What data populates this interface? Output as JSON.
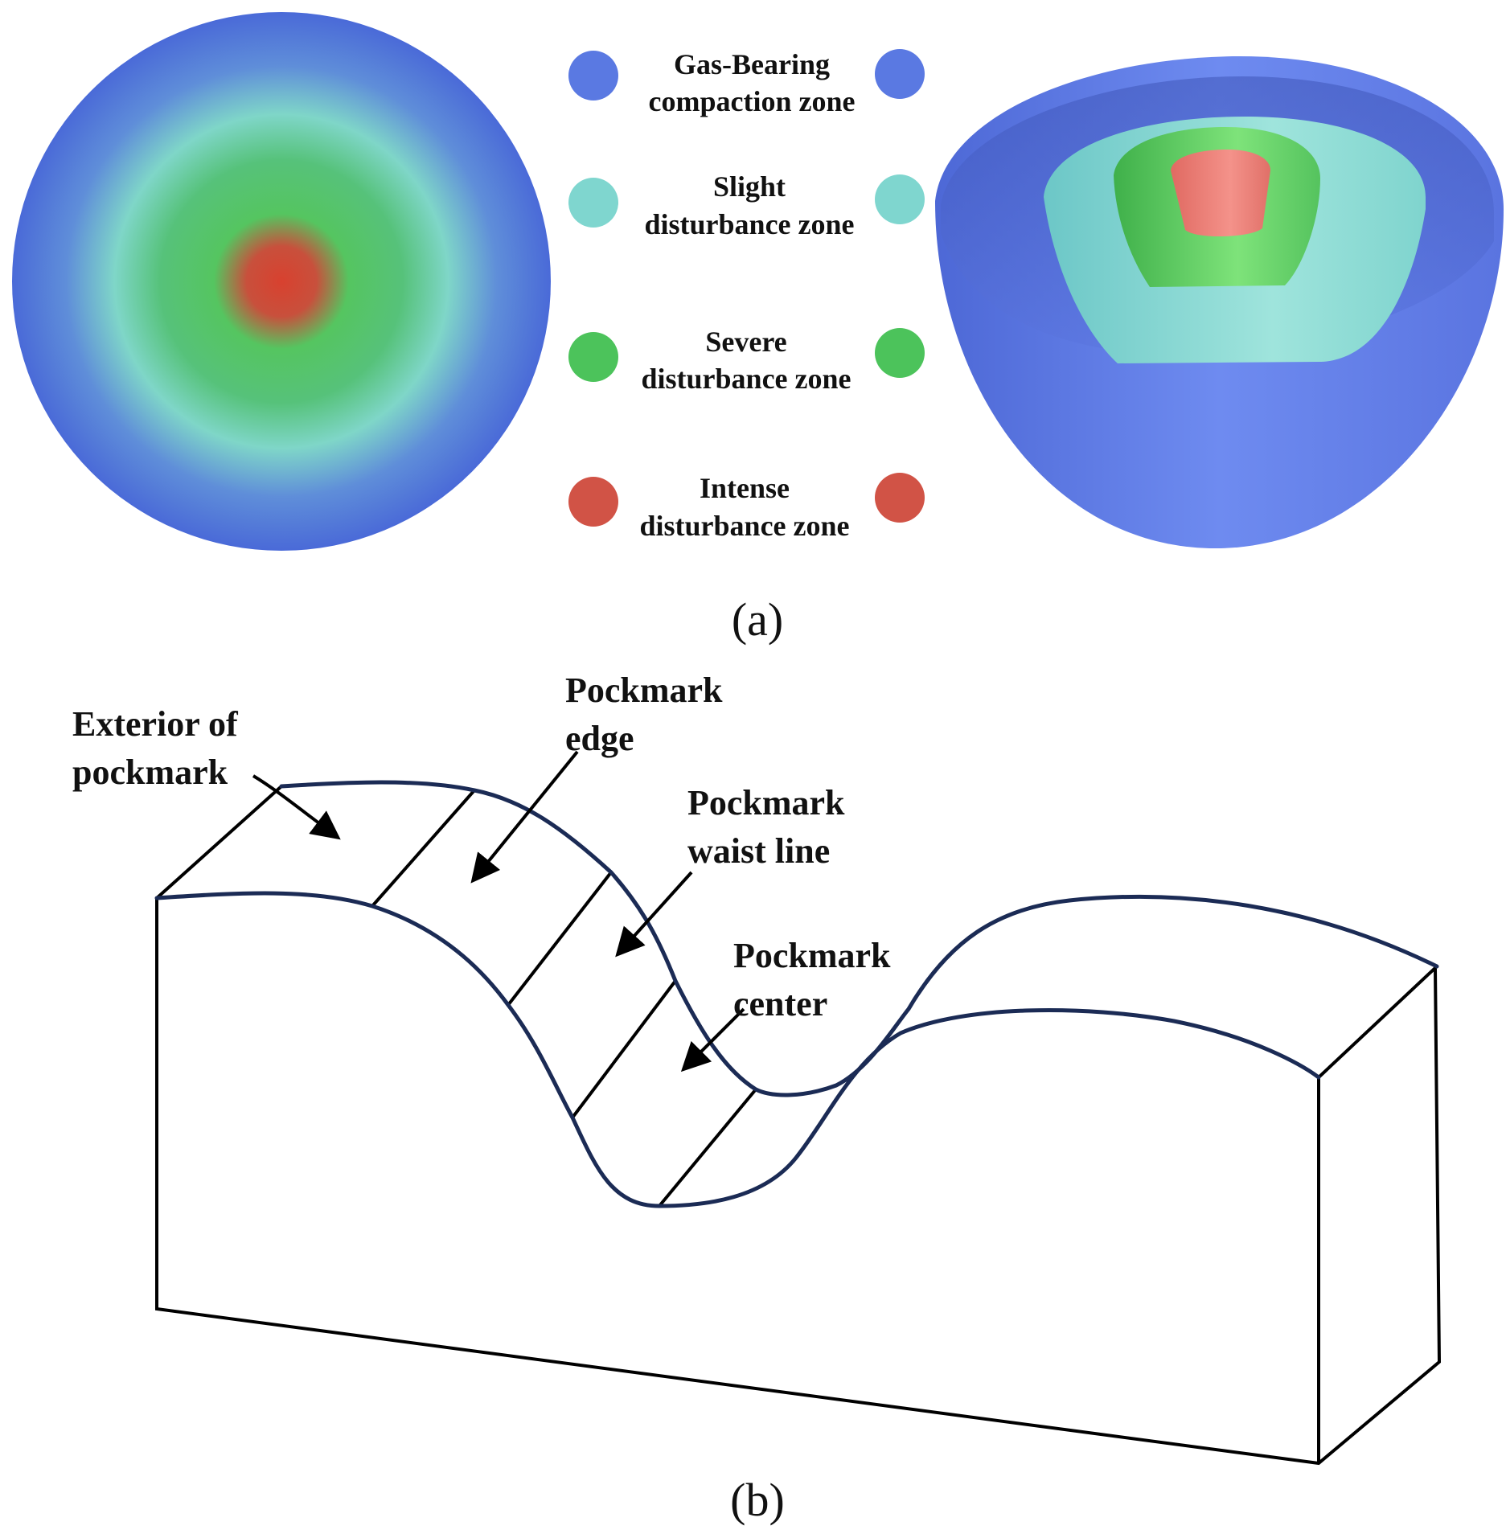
{
  "panel_a": {
    "caption": "(a)",
    "legend": [
      {
        "line1": "Gas-Bearing",
        "line2": "compaction zone",
        "color": "#5a79e2"
      },
      {
        "line1": "Slight",
        "line2": "disturbance zone",
        "color": "#7fd6cf"
      },
      {
        "line1": "Severe",
        "line2": "disturbance zone",
        "color": "#4cc35b"
      },
      {
        "line1": "Intense",
        "line2": "disturbance zone",
        "color": "#d15346"
      }
    ]
  },
  "panel_b": {
    "caption": "(b)",
    "labels": {
      "exterior": {
        "line1": "Exterior of",
        "line2": "pockmark"
      },
      "edge": {
        "line1": "Pockmark",
        "line2": "edge"
      },
      "waist": {
        "line1": "Pockmark",
        "line2": "waist line"
      },
      "center": {
        "line1": "Pockmark",
        "line2": "center"
      }
    },
    "surface_line_color": "#1b2b55"
  }
}
